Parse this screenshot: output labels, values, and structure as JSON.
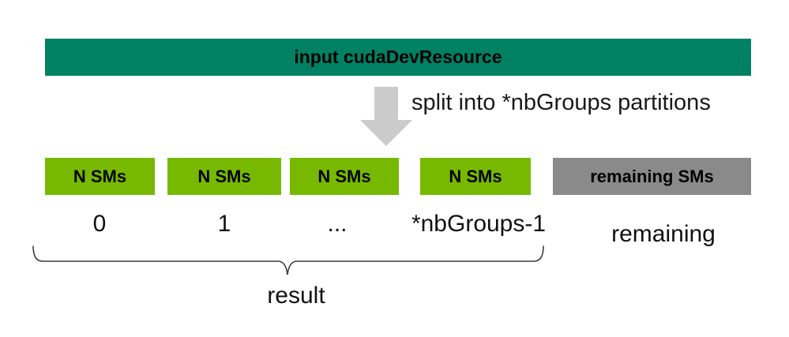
{
  "header": {
    "label": "input cudaDevResource"
  },
  "split": {
    "label": "split into *nbGroups partitions",
    "arrow_icon": "down-arrow"
  },
  "partitions": [
    {
      "label": "N SMs",
      "index_label": "0",
      "type": "group"
    },
    {
      "label": "N SMs",
      "index_label": "1",
      "type": "group"
    },
    {
      "label": "N SMs",
      "index_label": "...",
      "type": "group"
    },
    {
      "label": "N SMs",
      "index_label": "*nbGroups-1",
      "type": "group"
    },
    {
      "label": "remaining SMs",
      "index_label": "remaining",
      "type": "remaining"
    }
  ],
  "result": {
    "label": "result"
  },
  "colors": {
    "header_teal": "#008164",
    "partition_green": "#76B900",
    "remaining_gray": "#8A8A8A",
    "arrow_gray": "#CBCBCB",
    "text_black": "#111111",
    "brace_line": "#3C3C3C",
    "background": "#FFFFFF"
  }
}
